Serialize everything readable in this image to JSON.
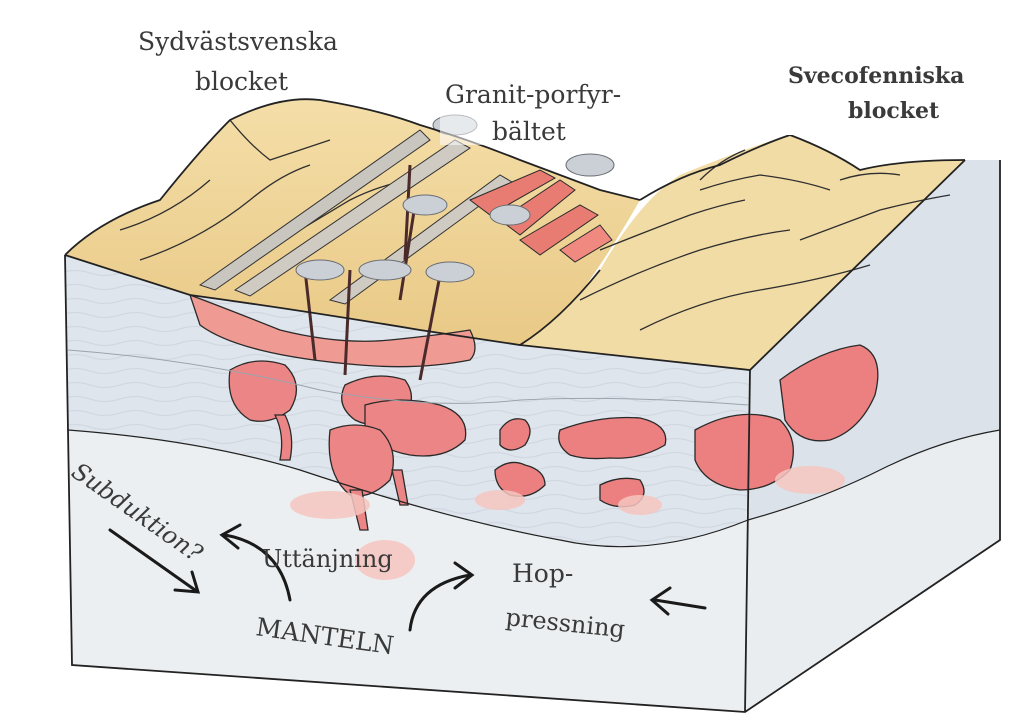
{
  "labels": {
    "sydvast_line1": "Sydvästsvenska",
    "sydvast_line2": "blocket",
    "granit_line1": "Granit-porfyr-",
    "granit_line2": "bältet",
    "sveco_line1": "Svecofenniska",
    "sveco_line2": "blocket",
    "subduktion": "Subduktion?",
    "uttanjning": "Uttänjning",
    "hop_line1": "Hop-",
    "hop_line2": "pressning",
    "manteln": "MANTELN"
  },
  "colors": {
    "terrain": "#f1d79c",
    "terrain_shade": "#e4c17c",
    "crust": "#dde3ea",
    "crust_lines": "#b8c2cc",
    "mantle": "#e8ecef",
    "magma": "#ea7d7d",
    "magma_light": "#f4b6b0",
    "outline": "#2a2a2a",
    "cloud": "#c8cdd2"
  }
}
